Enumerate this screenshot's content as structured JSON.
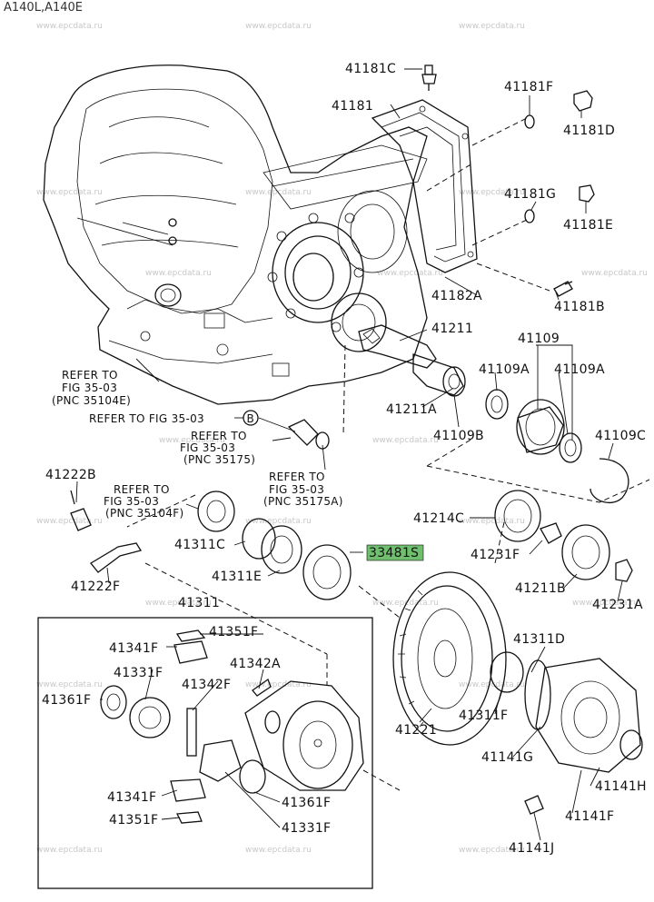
{
  "title": "A140L,A140E",
  "watermark": "www.epcdata.ru",
  "highlight_color": "#6fbf6f",
  "part_labels": [
    "41181C",
    "41181",
    "41181F",
    "41181D",
    "41181G",
    "41181E",
    "41182A",
    "41181B",
    "41211",
    "41109",
    "41109A",
    "41109A",
    "41211A",
    "41109B",
    "41109C",
    "41222B",
    "41214C",
    "41231F",
    "41211B",
    "41231A",
    "41311C",
    "33481S",
    "41311E",
    "41222F",
    "41311",
    "41351F",
    "41341F",
    "41331F",
    "41342A",
    "41342F",
    "41361F",
    "41311D",
    "41311F",
    "41221",
    "41141G",
    "41141H",
    "41141F",
    "41341F",
    "41361F",
    "41351F",
    "41331F",
    "41141J"
  ],
  "refer_notes": [
    [
      "REFER TO",
      "FIG 35-03",
      "(PNC 35104E)"
    ],
    [
      "REFER TO FIG 35-03"
    ],
    [
      "REFER TO",
      "FIG 35-03",
      "(PNC 35175)"
    ],
    [
      "REFER TO",
      "FIG 35-03",
      "(PNC 35175A)"
    ],
    [
      "REFER TO",
      "FIG 35-03",
      "(PNC 35104F)"
    ]
  ],
  "circle_marker": "B"
}
